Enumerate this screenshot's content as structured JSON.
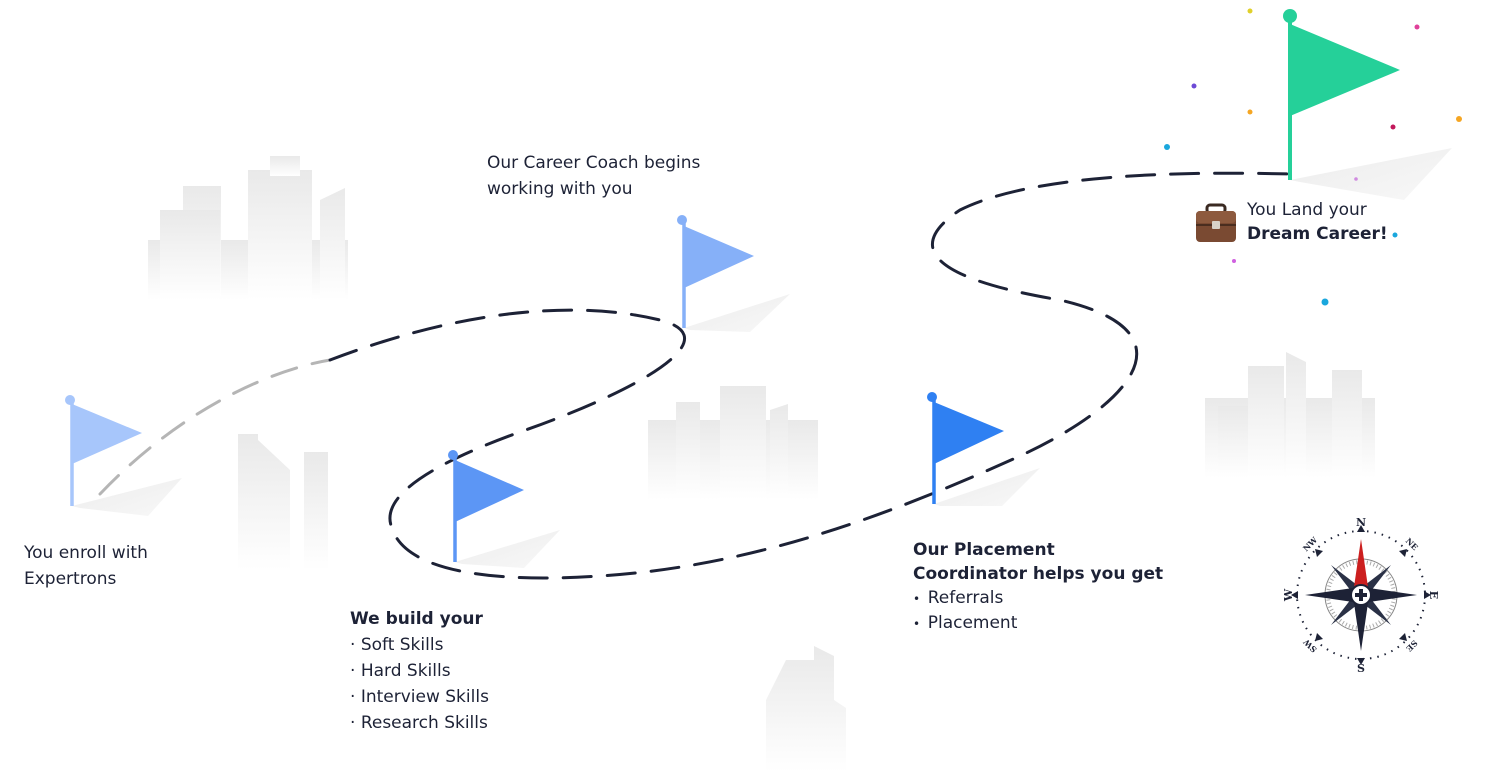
{
  "steps": [
    {
      "text": "You enroll with Expertrons",
      "line1": "You enroll with",
      "line2": "Expertrons",
      "color": "#a7c6fb"
    },
    {
      "text": "Our Career Coach begins working with you",
      "line1": "Our Career Coach begins",
      "line2": "working with you",
      "color": "#86b0f8"
    },
    {
      "heading": "We build your",
      "items": [
        "Soft Skills",
        "Hard Skills",
        "Interview Skills",
        "Research Skills"
      ],
      "color": "#5c96f5"
    },
    {
      "heading_line1": "Our Placement",
      "heading_line2": "Coordinator helps you get",
      "items": [
        "Referrals",
        "Placement"
      ],
      "color": "#2f80f2"
    },
    {
      "line1": "You Land your",
      "line2": "Dream Career!",
      "color": "#25d099",
      "icon": "briefcase-icon"
    }
  ],
  "compass": {
    "n": "N",
    "ne": "NE",
    "e": "E",
    "se": "SE",
    "s": "S",
    "sw": "SW",
    "w": "W",
    "nw": "NW"
  },
  "colors": {
    "path": "#1d2236",
    "path_start": "#b5b5b5",
    "text": "#1d2236",
    "compass_needle": "#cc1f1f"
  }
}
